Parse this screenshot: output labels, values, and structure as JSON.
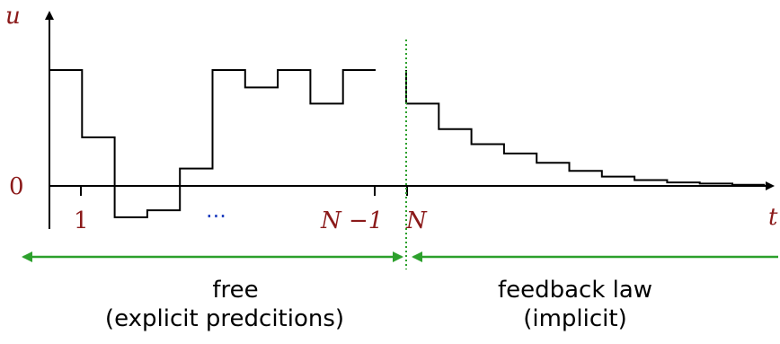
{
  "axes": {
    "y_label": "u",
    "x_label": "t",
    "zero_label": "0"
  },
  "ticks": {
    "first": "1",
    "ellipsis": "···",
    "n_minus_one": "N −1",
    "n": "N"
  },
  "regions": {
    "free_line1": "free",
    "free_line2": "(explicit predcitions)",
    "feedback_line1": "feedback law",
    "feedback_line2": "(implicit)"
  },
  "colors": {
    "label_red": "#8b1a1a",
    "ellipsis_blue": "#1f3fbf",
    "arrow_green": "#2ca02c",
    "divider_green": "#2ca02c",
    "step_line": "#000000"
  },
  "chart_data": {
    "type": "line",
    "step": true,
    "series": [
      {
        "values": [
          1.0,
          0.42,
          -0.27,
          -0.21,
          0.15,
          1.0,
          0.85,
          1.0,
          0.71,
          1.0
        ]
      },
      {
        "values": [
          0.71,
          0.49,
          0.36,
          0.28,
          0.2,
          0.13,
          0.08,
          0.05,
          0.03,
          0.02,
          0.01
        ]
      }
    ]
  }
}
